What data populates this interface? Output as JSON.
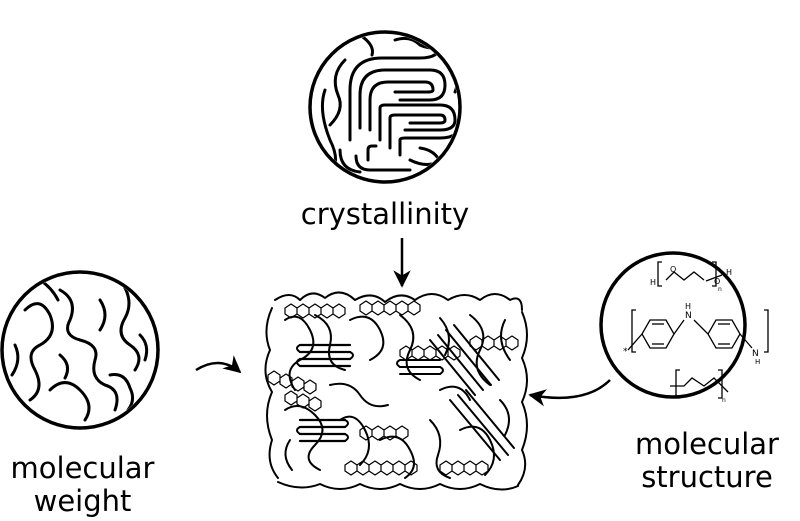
{
  "labels": {
    "crystallinity": "crystallinity",
    "molecular_weight_line1": "molecular",
    "molecular_weight_line2": "weight",
    "molecular_structure_line1": "molecular",
    "molecular_structure_line2": "structure"
  },
  "chem_text": {
    "h": "H",
    "o1": "O",
    "o2": "O",
    "h2": "H",
    "n_sub": "n",
    "nh_n": "N",
    "nh_h": "H",
    "n2": "N",
    "h3": "H",
    "star": "*"
  },
  "colors": {
    "stroke": "#000000",
    "background": "#ffffff"
  }
}
